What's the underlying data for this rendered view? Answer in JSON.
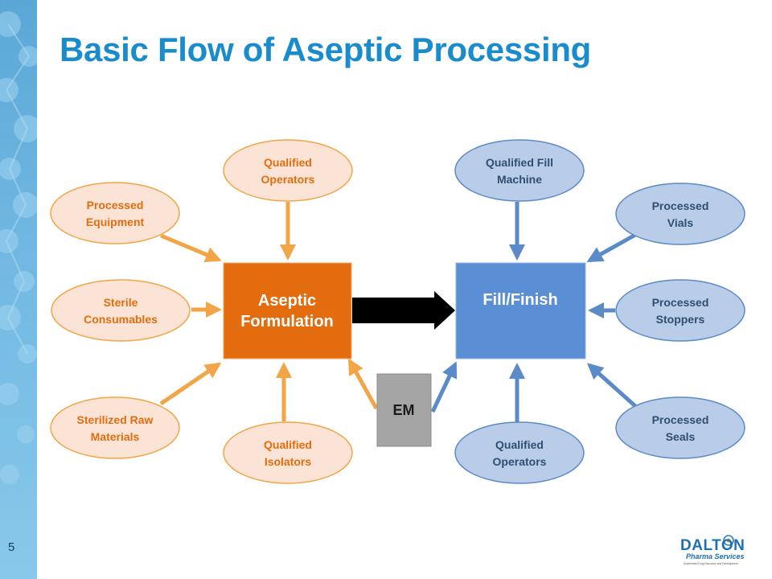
{
  "title": "Basic Flow of Aseptic Processing",
  "page_number": "5",
  "colors": {
    "title": "#1a8ccc",
    "orange_fill": "#e36d0e",
    "orange_ellipse_fill": "#fbe4d5",
    "orange_stroke": "#f2a546",
    "orange_text": "#e36d0e",
    "blue_fill": "#5a8fd6",
    "blue_ellipse_fill": "#b9cde8",
    "blue_stroke": "#5a8ac8",
    "blue_text": "#2f4f72",
    "em_fill": "#a5a5a5"
  },
  "left_inputs": {
    "qualified_operators": [
      "Qualified",
      "Operators"
    ],
    "processed_equipment": [
      "Processed",
      "Equipment"
    ],
    "sterile_consumables": [
      "Sterile",
      "Consumables"
    ],
    "sterilized_raw_materials": [
      "Sterilized Raw",
      "Materials"
    ],
    "qualified_isolators": [
      "Qualified",
      "Isolators"
    ]
  },
  "aseptic_formulation": [
    "Aseptic",
    "Formulation"
  ],
  "fill_finish": "Fill/Finish",
  "em": "EM",
  "right_inputs": {
    "qualified_fill_machine": [
      "Qualified Fill",
      "Machine"
    ],
    "processed_vials": [
      "Processed",
      "Vials"
    ],
    "processed_stoppers": [
      "Processed",
      "Stoppers"
    ],
    "processed_seals": [
      "Processed",
      "Seals"
    ],
    "qualified_operators": [
      "Qualified",
      "Operators"
    ]
  },
  "logo": {
    "brand": "DALTON",
    "subtitle": "Pharma Services",
    "tagline": "Accelerated Drug Discovery and Development"
  }
}
